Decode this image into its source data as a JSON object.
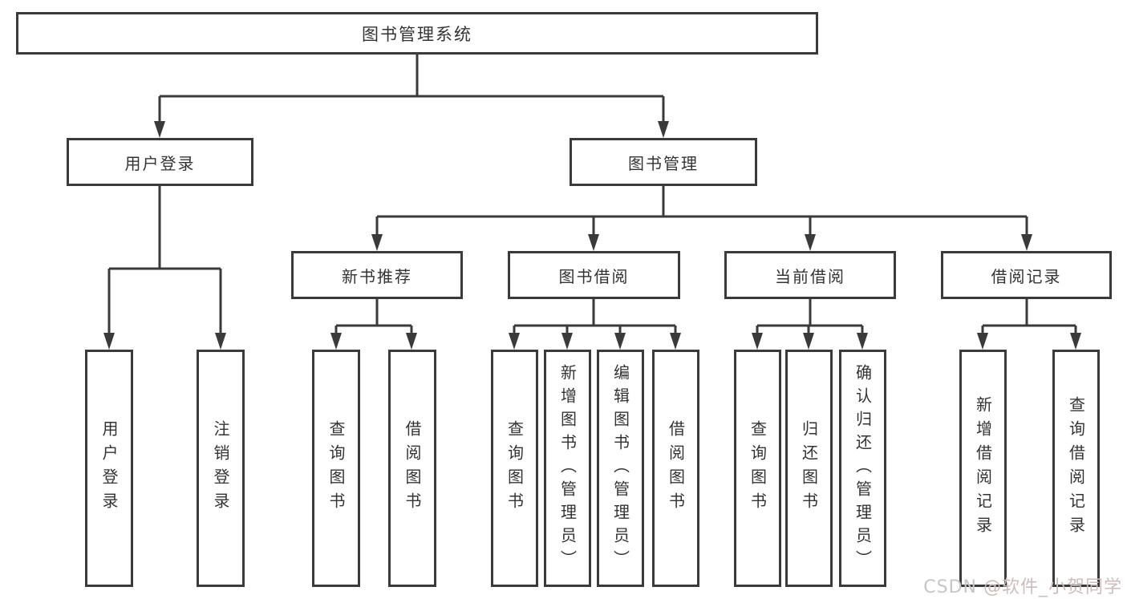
{
  "tree": {
    "root": "图书管理系统",
    "branches": [
      "用户登录",
      "图书管理"
    ],
    "modules": [
      "新书推荐",
      "图书借阅",
      "当前借阅",
      "借阅记录"
    ],
    "leaves": {
      "login": [
        "用户登录",
        "注销登录"
      ],
      "new_book": [
        "查询图书",
        "借阅图书"
      ],
      "borrow": [
        "查询图书",
        "新增图书（管理员）",
        "编辑图书（管理员）",
        "借阅图书"
      ],
      "current": [
        "查询图书",
        "归还图书",
        "确认归还（管理员）"
      ],
      "records": [
        "新增借阅记录",
        "查询借阅记录"
      ]
    }
  },
  "watermark": {
    "prefix": "CSDN",
    "handle": "@软件_小贺同学"
  },
  "colors": {
    "line": "#3a3a3a",
    "text": "#333333",
    "watermark_gray": "#c6c6c6",
    "watermark_pink": "#cdbcbc"
  }
}
